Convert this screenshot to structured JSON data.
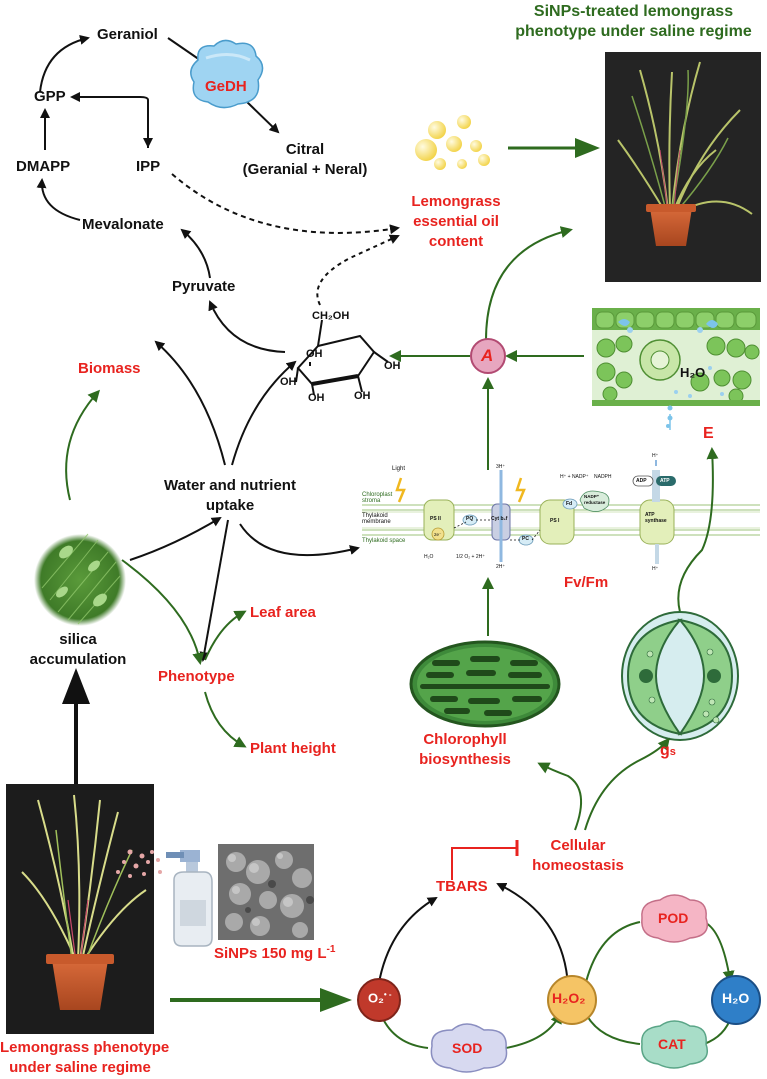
{
  "title": {
    "line1": "SiNPs-treated lemongrass",
    "line2": "phenotype under saline regime"
  },
  "pathway": {
    "geraniol": "Geraniol",
    "gpp": "GPP",
    "gedh": "GeDH",
    "dmapp": "DMAPP",
    "ipp": "IPP",
    "citral_line1": "Citral",
    "citral_line2": "(Geranial + Neral)",
    "mevalonate": "Mevalonate",
    "pyruvate": "Pyruvate"
  },
  "oil": {
    "line1": "Lemongrass",
    "line2": "essential oil",
    "line3": "content"
  },
  "glucose": {
    "ch2oh": "CH₂OH",
    "oh": "OH"
  },
  "labels": {
    "biomass": "Biomass",
    "water_line1": "Water and nutrient",
    "water_line2": "uptake",
    "silica_line1": "silica",
    "silica_line2": "accumulation",
    "leaf_area": "Leaf area",
    "phenotype": "Phenotype",
    "plant_height": "Plant height",
    "A": "A",
    "E": "E",
    "fvfm": "Fv/Fm",
    "chl_line1": "Chlorophyll",
    "chl_line2": "biosynthesis",
    "gs": "g",
    "gs_sub": "s",
    "homeo_line1": "Cellular",
    "homeo_line2": "homeostasis",
    "sinps_dose": "SiNPs 150 mg L",
    "sinps_exp": "-1",
    "bottom_line1": "Lemongrass phenotype",
    "bottom_line2": "under saline regime",
    "h2o_leaf": "H₂O"
  },
  "antioxidant": {
    "tbars": "TBARS",
    "o2": "O₂",
    "o2_sup": "• -",
    "sod": "SOD",
    "h2o2": "H₂O₂",
    "pod": "POD",
    "cat": "CAT",
    "h2o": "H₂O"
  },
  "thylakoid": {
    "light1": "Light",
    "chloroplast_stroma": "Chloroplast stroma",
    "thylakoid_membrane": "Thylakoid membrane",
    "thylakoid_space": "Thylakoid space",
    "ps2": "PS II",
    "pq": "PQ",
    "cytb6f": "Cyt b₆f",
    "pc": "PC",
    "ps1": "PS I",
    "fd": "Fd",
    "nadp_reductase": "NADP⁺ reductase",
    "atp_synthase": "ATP synthase",
    "h2o_split": "H₂O",
    "o2_split": "1/2 O₂ + 2H⁺",
    "three_h_top": "3H⁺",
    "two_h_bottom": "2H⁺",
    "nadp_in": "H⁺ + NADP⁺",
    "nadph": "NADPH",
    "adp": "ADP",
    "atp": "ATP",
    "h_top": "H⁺",
    "h_bottom": "H⁺",
    "two_e": "2e⁻"
  }
}
